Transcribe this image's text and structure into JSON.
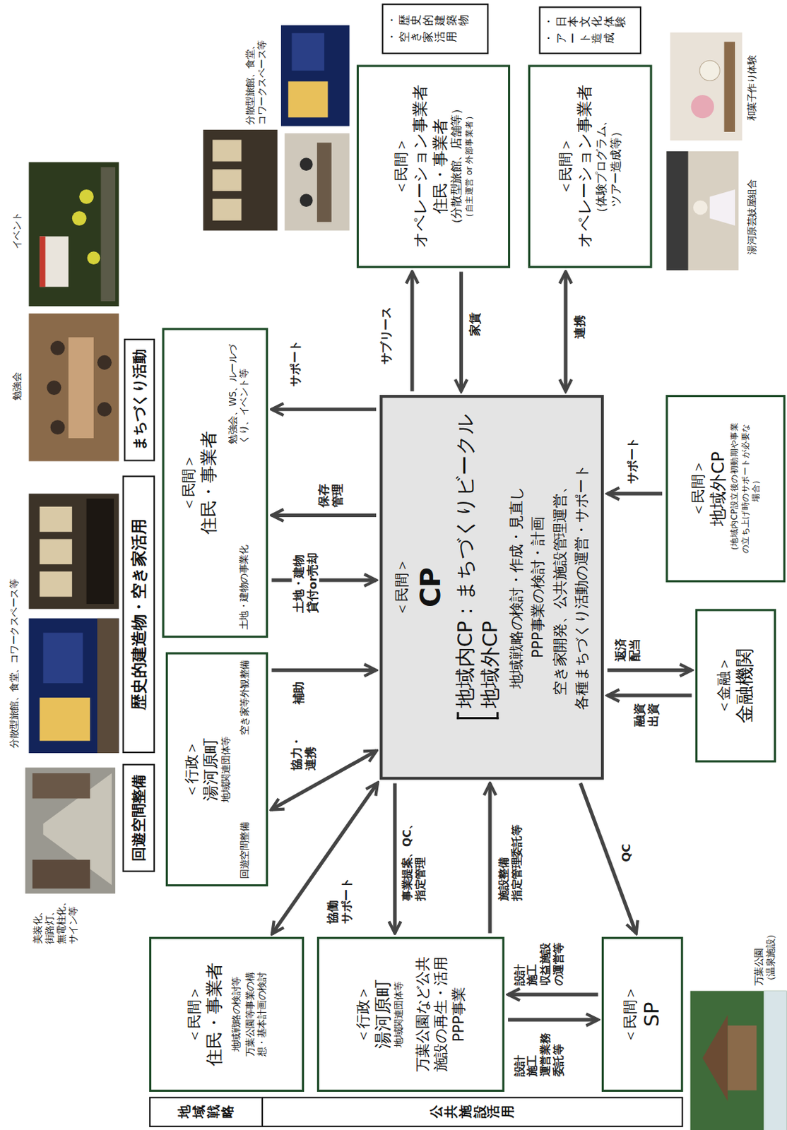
{
  "diagram": {
    "nodes": [
      {
        "text": [
          "地域戦略"
        ]
      },
      {
        "text": [
          "公共施設活用"
        ]
      },
      {
        "text": [
          "＜民間＞",
          "住民・事業者",
          "地域戦略の検討等",
          "万葉公園等事業の構想・基本計画の検討"
        ]
      },
      {
        "text": [
          "＜行政＞",
          "湯河原町",
          "地域関連団体等",
          "万葉公園など公共施設の再生・活用PPP事業"
        ]
      },
      {
        "text": [
          "＜民間＞",
          "SP"
        ]
      },
      {
        "text": [
          "回遊空間整備"
        ]
      },
      {
        "text": [
          "＜行政＞",
          "湯河原町",
          "地域関連団体等",
          "回遊空間整備",
          "空き家等外観整備"
        ]
      },
      {
        "text": [
          "歴史的建造物・空き家活用"
        ]
      },
      {
        "text": [
          "＜民間＞",
          "住民・事業者",
          "土地・建物の事業化",
          "勉強会、WS、ルールづくり、イベント等"
        ]
      },
      {
        "text": [
          "まちづくり活動"
        ]
      },
      {
        "text": [
          "＜民間＞",
          "CP",
          "地域内CP：まちづくりビークル",
          "地域外CP",
          "地域戦略の検討・作成・見直し",
          "PPP事業の検討・計画",
          "空き家開発、公共施設管理運営、",
          "各種まちづくり活動の運営・サポート"
        ]
      },
      {
        "text": [
          "＜金融＞",
          "金融機関"
        ]
      },
      {
        "text": [
          "＜民間＞",
          "地域外CP",
          "（地域内CP設立後の初動期や事業の立ち上げ時のサポートが必要な場合）"
        ]
      },
      {
        "text": [
          "＜民間＞",
          "オペレーション事業者",
          "住民・事業者",
          "（分散型旅館、店舗等）",
          "（自主運営 or 外部事業者）"
        ]
      },
      {
        "text": [
          "＜民間＞",
          "オペレーション事業者",
          "（体験プログラム、ツアー造成等）"
        ]
      },
      {
        "text": [
          "・歴史的建築物",
          "・空き家活用"
        ]
      },
      {
        "text": [
          "・日本文化体験",
          "・アート造成"
        ]
      }
    ],
    "edges": [
      {
        "from": 10,
        "to": 13,
        "arrow": "to",
        "label": "サブリース"
      },
      {
        "from": 13,
        "to": 10,
        "arrow": "to",
        "label": "家賃"
      },
      {
        "from": 10,
        "to": 14,
        "arrow": "both",
        "label": "連携"
      },
      {
        "from": 10,
        "to": 8,
        "arrow": "to",
        "label": "サポート"
      },
      {
        "from": 10,
        "to": 8,
        "arrow": "to",
        "label": "保存 管理"
      },
      {
        "from": 8,
        "to": 10,
        "arrow": "to",
        "label": "土地・建物 貸付or売却"
      },
      {
        "from": 6,
        "to": 10,
        "arrow": "to",
        "label": "補助"
      },
      {
        "from": 6,
        "to": 10,
        "arrow": "both",
        "label": "協力・連携"
      },
      {
        "from": 10,
        "to": 2,
        "arrow": "both",
        "label": "協働 サポート"
      },
      {
        "from": 10,
        "to": 3,
        "arrow": "to",
        "label": "事業提案、QC、指定管理"
      },
      {
        "from": 3,
        "to": 10,
        "arrow": "to",
        "label": "施設整備 指定管理委託等"
      },
      {
        "from": 10,
        "to": 4,
        "arrow": "to",
        "label": "QC"
      },
      {
        "from": 3,
        "to": 4,
        "arrow": "to",
        "label": "設計 施工 運営業務 委託等"
      },
      {
        "from": 4,
        "to": 3,
        "arrow": "to",
        "label": "設計 施工 収益施設 の運営等"
      },
      {
        "from": 12,
        "to": 10,
        "arrow": "to",
        "label": "サポート"
      },
      {
        "from": 10,
        "to": 11,
        "arrow": "to",
        "label": "返済 配当"
      },
      {
        "from": 11,
        "to": 10,
        "arrow": "to",
        "label": "融資 出資"
      }
    ],
    "labels": [
      "イベント",
      "勉強会",
      "分散型旅館、食堂、コワークスペース等",
      "和菓子作り体験",
      "湯河原芸妓屋組合",
      "分散型旅館、食堂、コワークスペース等",
      "美装化、街路灯、無電柱化、サイン等",
      "万葉公園（温泉施設）"
    ]
  }
}
